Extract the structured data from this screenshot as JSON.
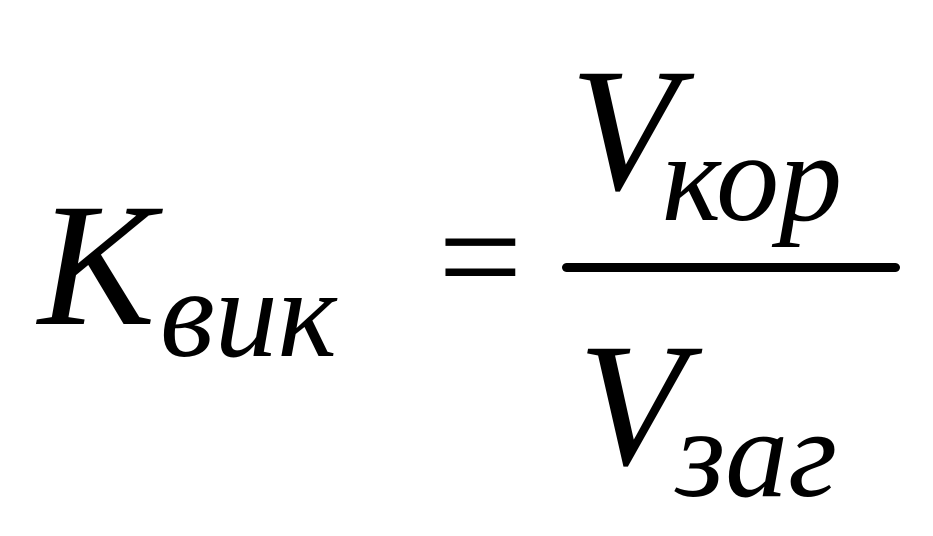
{
  "formula": {
    "lhs": {
      "symbol": "K",
      "subscript": "вик"
    },
    "operator": "=",
    "numerator": {
      "symbol": "V",
      "subscript": "кор"
    },
    "denominator": {
      "symbol": "V",
      "subscript": "заг"
    }
  }
}
